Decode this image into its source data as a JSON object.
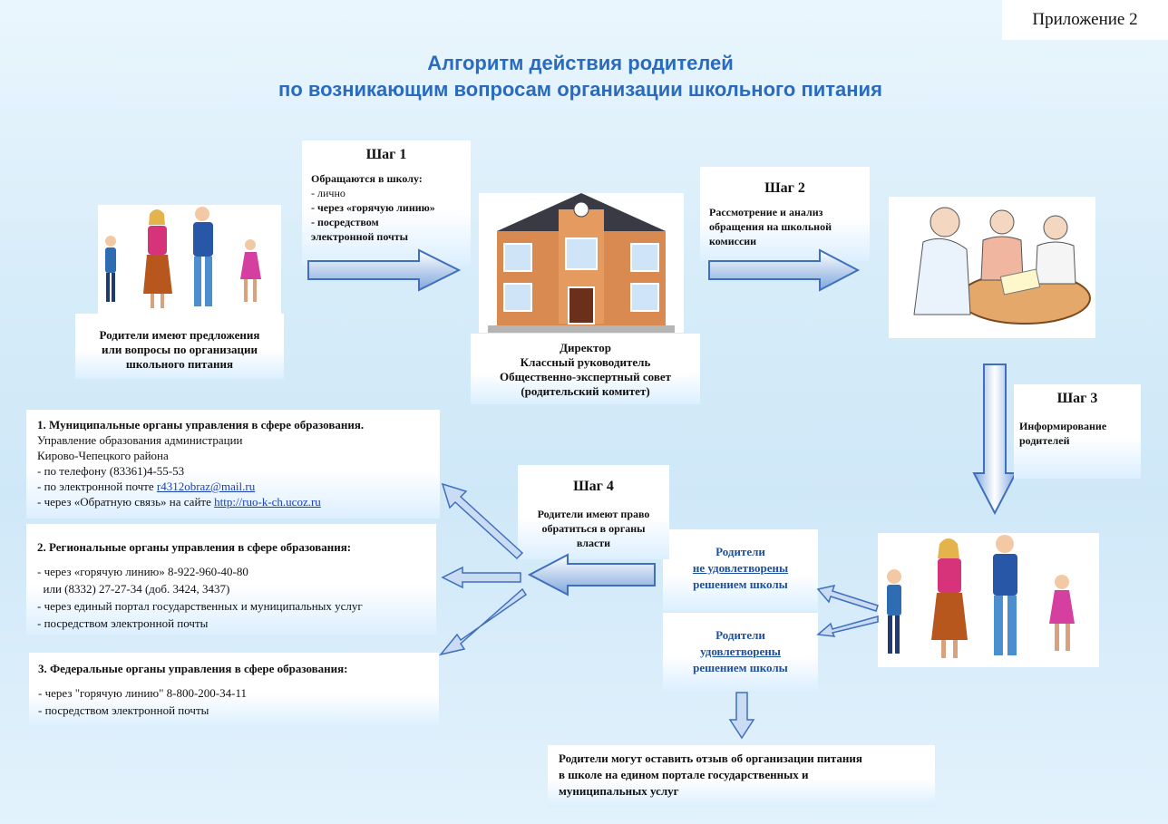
{
  "appendix": "Приложение 2",
  "title": {
    "line1": "Алгоритм действия родителей",
    "line2": "по возникающим вопросам организации школьного питания"
  },
  "parents_box": {
    "lines": [
      "Родители имеют предложения",
      "или вопросы по организации",
      "школьного питания"
    ]
  },
  "step1": {
    "title": "Шаг 1",
    "lines": [
      "Обращаются в школу:",
      "- лично",
      "- через «горячую линию»",
      "- посредством",
      "электронной почты"
    ]
  },
  "school_box": {
    "lines": [
      "Директор",
      "Классный руководитель",
      "Общественно-экспертный совет",
      "(родительский комитет)"
    ]
  },
  "step2": {
    "title": "Шаг 2",
    "lines": [
      "Рассмотрение и анализ",
      "обращения на школьной",
      "комиссии"
    ]
  },
  "step3": {
    "title": "Шаг 3",
    "lines": [
      "Информирование",
      "родителей"
    ]
  },
  "step4": {
    "title": "Шаг 4",
    "lines": [
      "Родители имеют право",
      "обратиться в органы",
      "власти"
    ]
  },
  "not_satisfied": {
    "line1": "Родители",
    "line2": "не удовлетворены",
    "line3": "решением школы"
  },
  "satisfied": {
    "line1": "Родители",
    "line2": "удовлетворены",
    "line3": "решением школы"
  },
  "municipal": {
    "heading": "1. Муниципальные органы управления в сфере образования.",
    "line1": "Управление образования администрации",
    "line2": "Кирово-Чепецкого района",
    "line3": "- по телефону (83361)4-55-53",
    "line4_prefix": "- по электронной почте ",
    "email": "r4312obraz@mail.ru",
    "line5_prefix": "- через «Обратную связь» на сайте ",
    "site": "http://ruo-k-ch.ucoz.ru"
  },
  "regional": {
    "heading": "2. Региональные органы управления в сфере образования:",
    "line1": "- через «горячую линию» 8-922-960-40-80",
    "line2": "  или (8332) 27-27-34 (доб. 3424, 3437)",
    "line3": "- через единый портал государственных и муниципальных услуг",
    "line4": "- посредством электронной почты"
  },
  "federal": {
    "heading": "3. Федеральные органы управления в сфере образования:",
    "line1": "- через \"горячую линию\" 8-800-200-34-11",
    "line2": "- посредством электронной почты"
  },
  "feedback": {
    "lines": [
      "Родители могут оставить отзыв об организации питания",
      "в школе на едином портале государственных и",
      "муниципальных услуг"
    ]
  },
  "colors": {
    "title": "#2a6bbf",
    "arrow": "#4d7fc9",
    "box_bottom": "#dcefff"
  }
}
